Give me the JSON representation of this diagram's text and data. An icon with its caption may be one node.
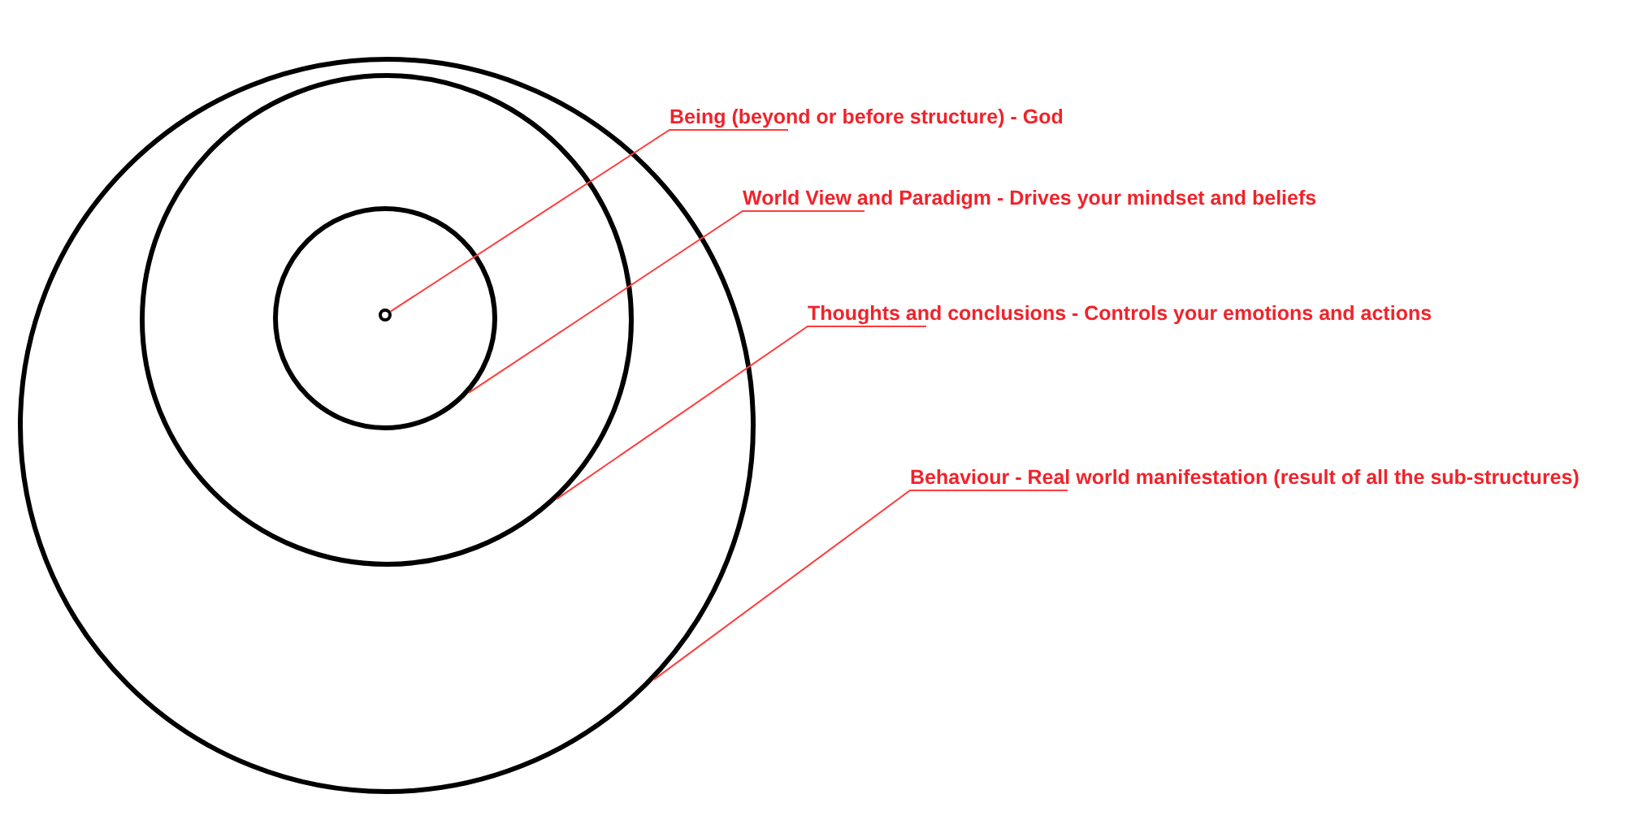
{
  "diagram": {
    "nodes": [
      {
        "text": [],
        "shape": "circle"
      },
      {
        "text": [],
        "shape": "circle",
        "in": 0
      },
      {
        "text": [],
        "shape": "circle",
        "in": 1
      },
      {
        "text": [],
        "shape": "circle",
        "in": 2
      },
      {
        "text": [
          "Being (beyond or before structure) - God"
        ]
      },
      {
        "text": [
          "World View and Paradigm - Drives your mindset and beliefs"
        ]
      },
      {
        "text": [
          "Thoughts and conclusions - Controls your emotions and actions"
        ]
      },
      {
        "text": [
          "Behaviour - Real world manifestation (result of all the sub-structures)"
        ]
      }
    ],
    "edges": [
      {
        "from": 4,
        "to": 3,
        "arrow": "none"
      },
      {
        "from": 5,
        "to": 2,
        "arrow": "none"
      },
      {
        "from": 6,
        "to": 1,
        "arrow": "none"
      },
      {
        "from": 7,
        "to": 0,
        "arrow": "none"
      }
    ]
  }
}
